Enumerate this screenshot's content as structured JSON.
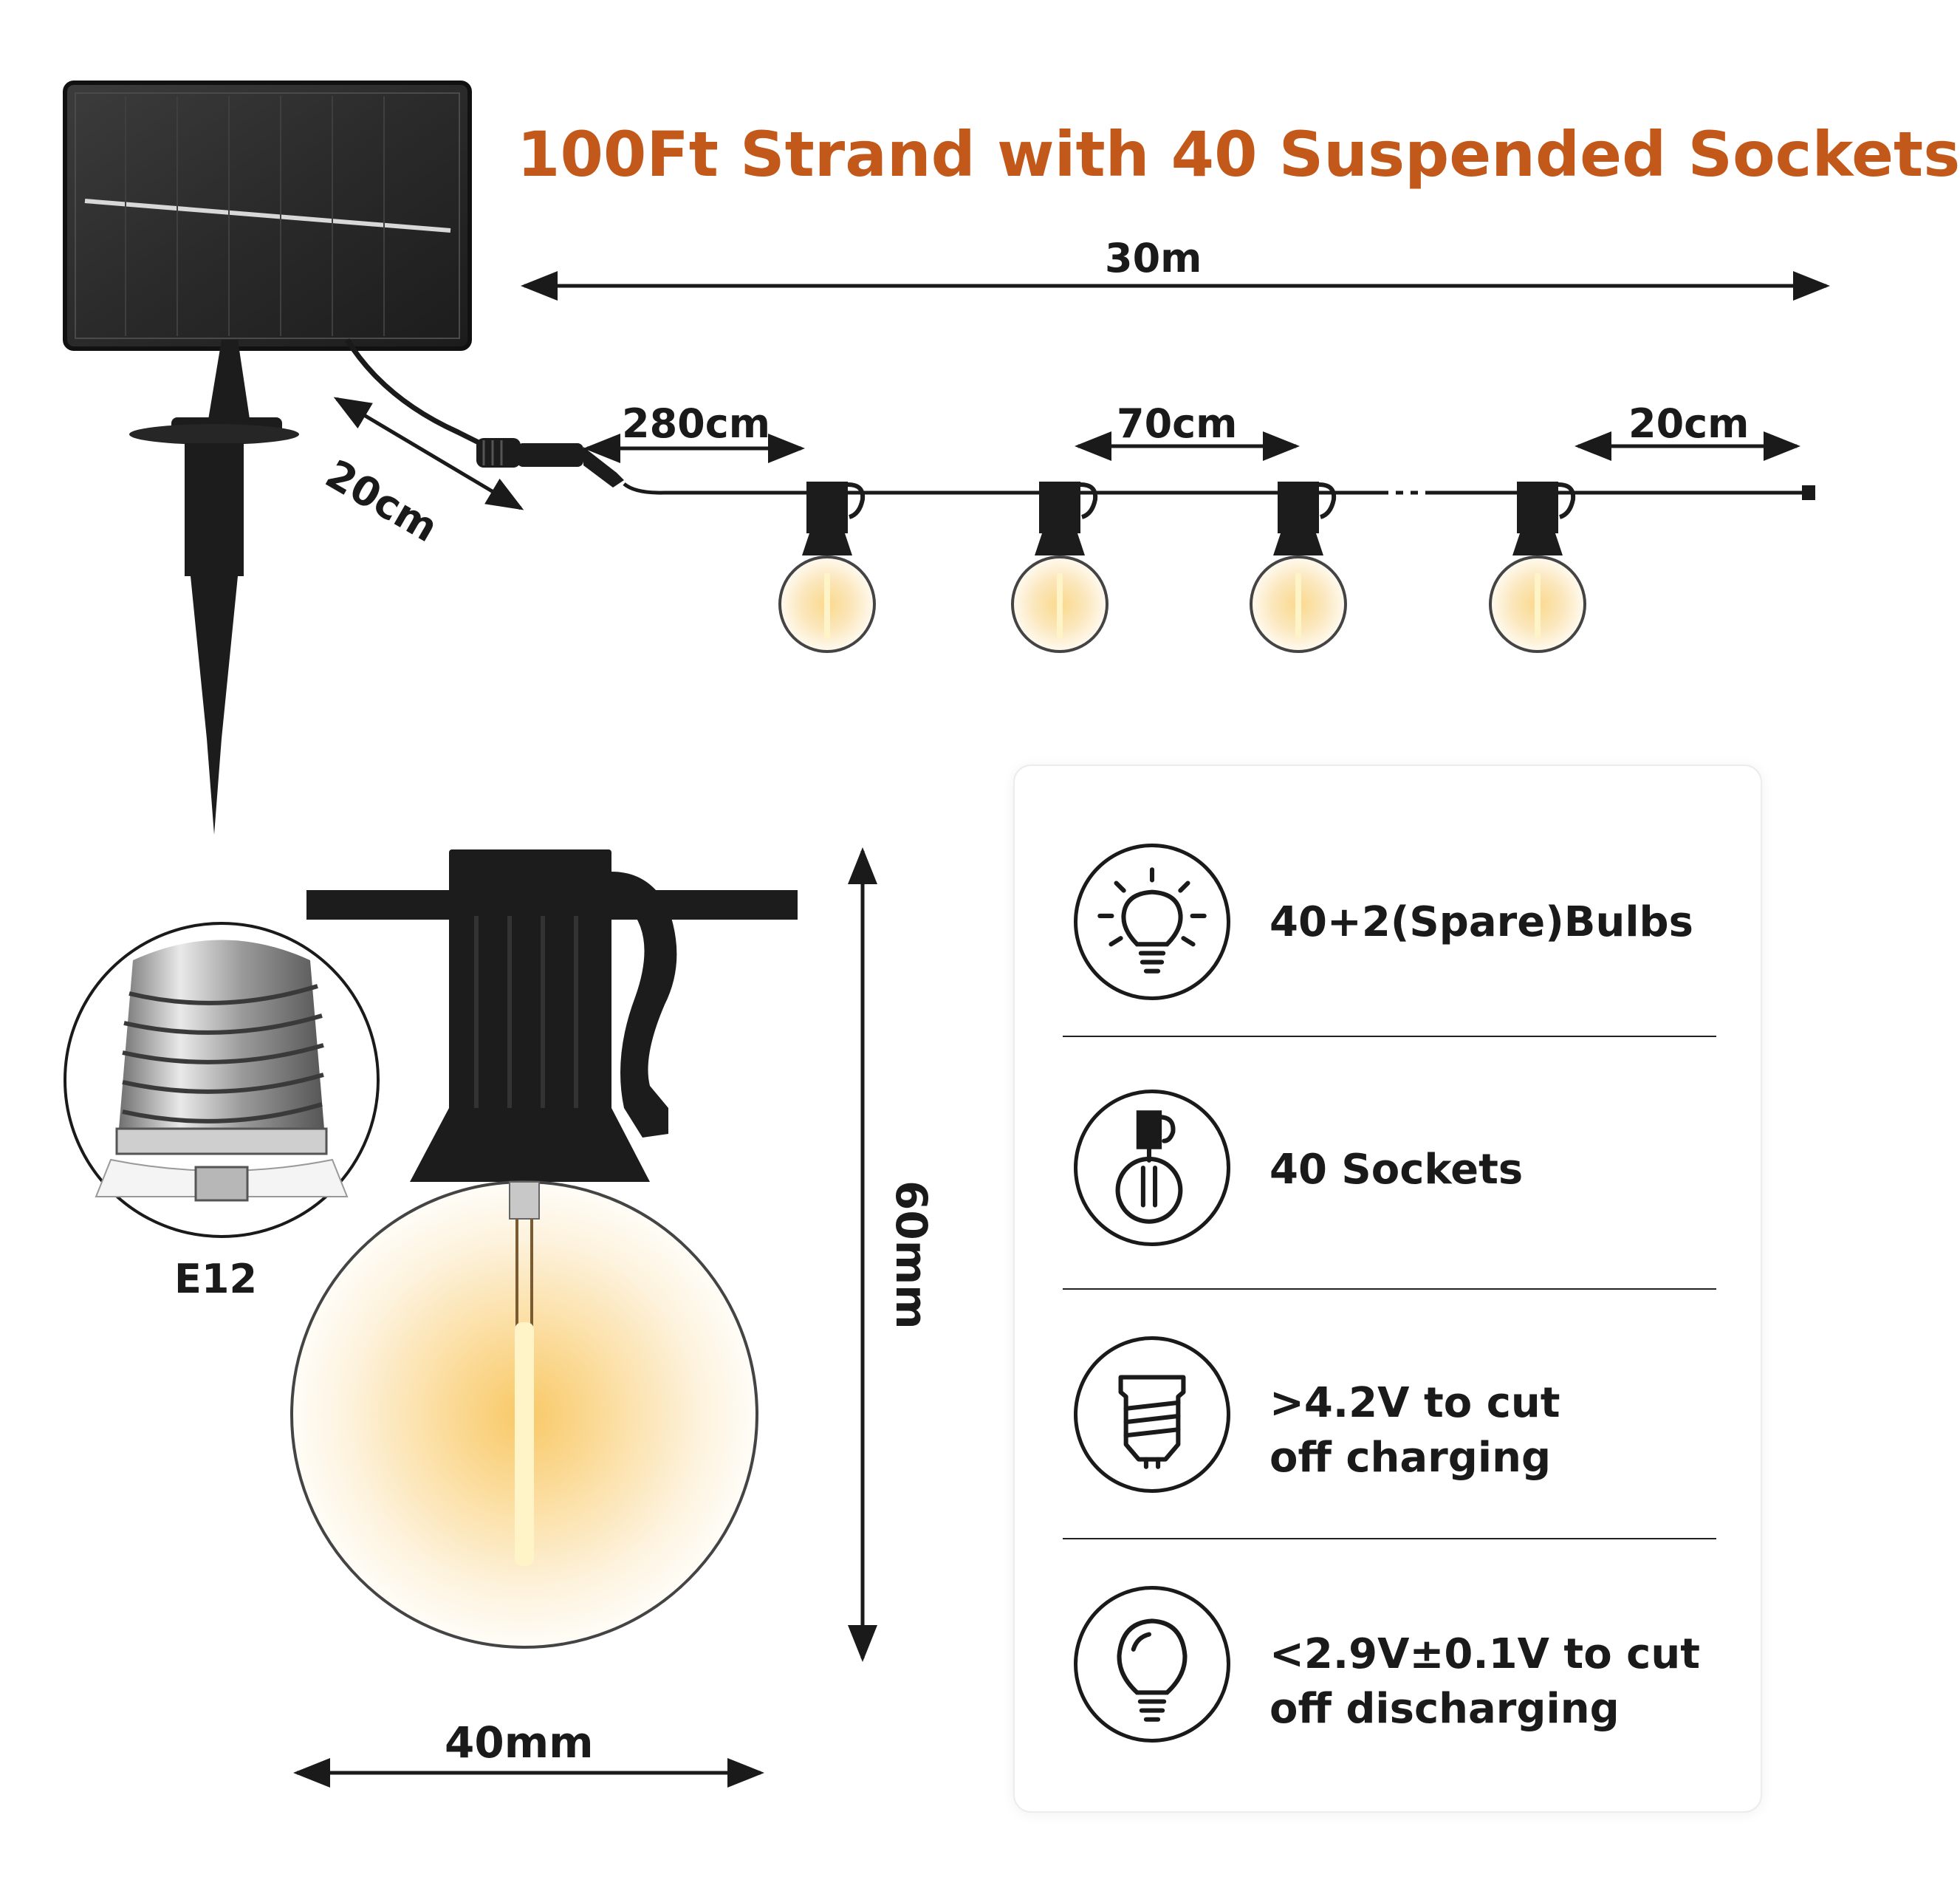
{
  "title": "100Ft Strand with 40 Suspended Sockets",
  "dimensions": {
    "total_length": "30m",
    "lead_cable": "20cm",
    "first_socket": "280cm",
    "socket_spacing": "70cm",
    "tail": "20cm",
    "bulb_height": "60mm",
    "bulb_width": "40mm",
    "base_type": "E12"
  },
  "features": [
    {
      "icon": "bulb-rays-icon",
      "lines": [
        "40+2(Spare)Bulbs"
      ]
    },
    {
      "icon": "socket-bulb-icon",
      "lines": [
        "40 Sockets"
      ]
    },
    {
      "icon": "screw-base-icon",
      "lines": [
        ">4.2V to cut",
        "off charging"
      ]
    },
    {
      "icon": "bulb-outline-icon",
      "lines": [
        "<2.9V±0.1V to cut",
        "off discharging"
      ]
    }
  ],
  "colors": {
    "title": "#c2581a",
    "ink": "#1a1a1a",
    "glow": "#f7c25c"
  }
}
